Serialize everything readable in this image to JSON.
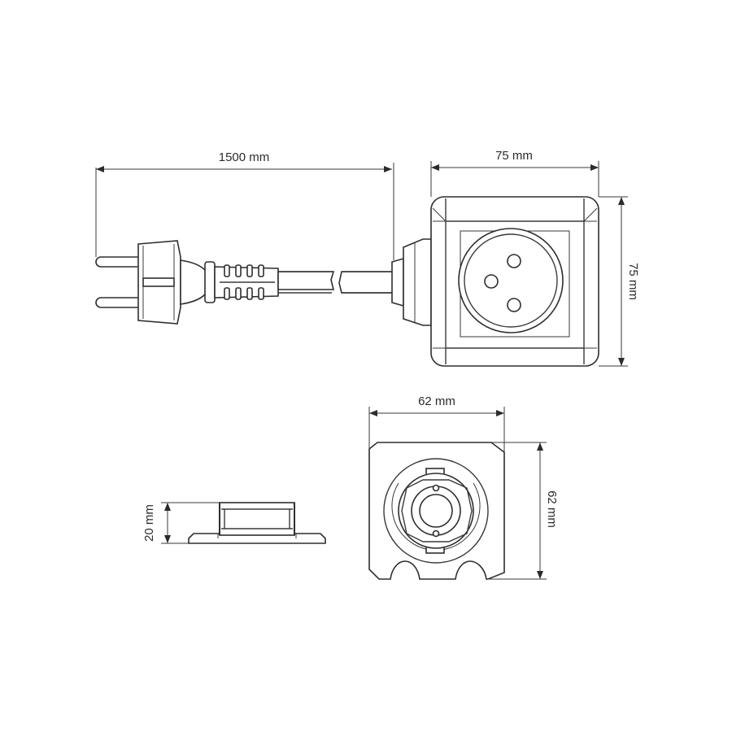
{
  "dimensions": {
    "cable_length": "1500 mm",
    "socket_width": "75 mm",
    "socket_height": "75 mm",
    "base_width": "62 mm",
    "base_height": "62 mm",
    "base_thickness": "20 mm"
  },
  "colors": {
    "line": "#3a3a3a",
    "text": "#2b2b2b",
    "background": "#ffffff"
  }
}
